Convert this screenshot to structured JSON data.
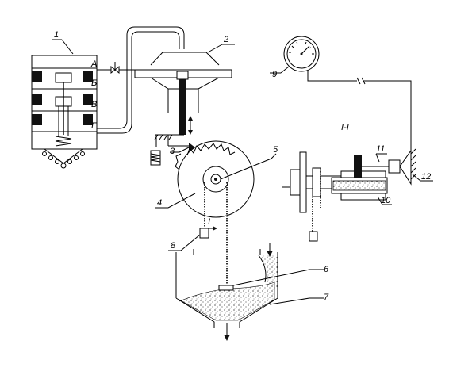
{
  "diagram": {
    "callouts": [
      "1",
      "2",
      "3",
      "4",
      "5",
      "6",
      "7",
      "8",
      "9",
      "10",
      "11",
      "12"
    ],
    "valve_ports": [
      "А",
      "Б",
      "В",
      "Г"
    ],
    "section_label": "I-I",
    "section_marker": "I"
  }
}
